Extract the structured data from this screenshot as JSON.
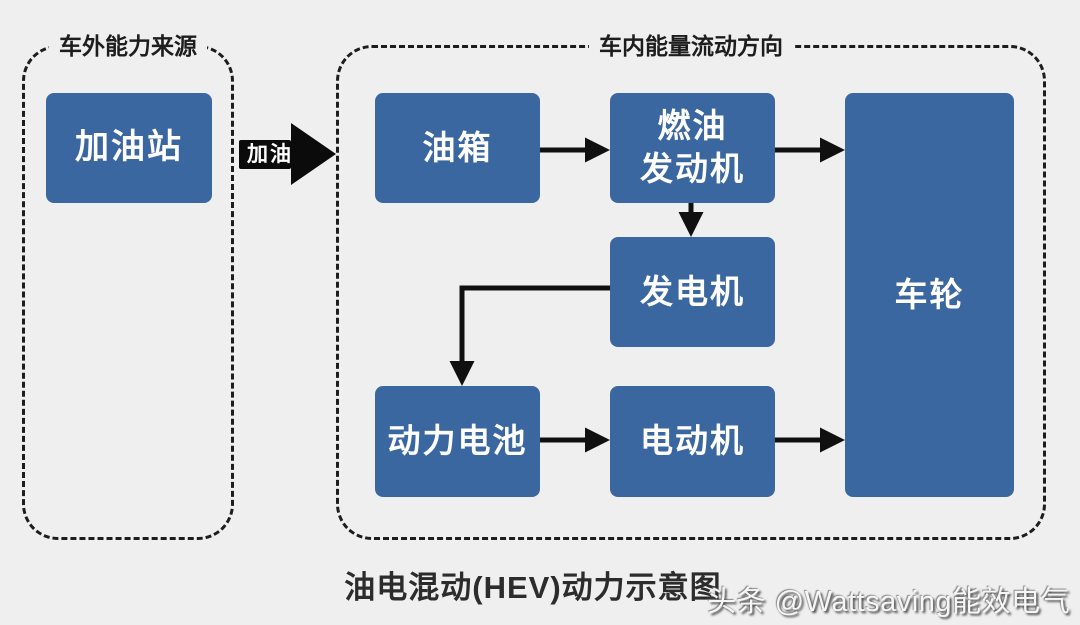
{
  "diagram": {
    "caption": "油电混动(HEV)动力示意图",
    "watermark": "头条 @Wattsaving能效电气",
    "outside_group": {
      "title": "车外能力来源"
    },
    "inside_group": {
      "title": "车内能量流动方向"
    },
    "refuel_arrow_label": "加油",
    "nodes": {
      "gas_station": {
        "label": "加油站"
      },
      "fuel_tank": {
        "label": "油箱"
      },
      "engine": {
        "line1": "燃油",
        "line2": "发动机"
      },
      "generator": {
        "label": "发电机"
      },
      "battery": {
        "label": "动力电池"
      },
      "motor": {
        "label": "电动机"
      },
      "wheels": {
        "label": "车轮"
      }
    },
    "flows": [
      {
        "from": "加油站",
        "to": "油箱",
        "label": "加油"
      },
      {
        "from": "油箱",
        "to": "燃油发动机",
        "label": ""
      },
      {
        "from": "燃油发动机",
        "to": "车轮",
        "label": ""
      },
      {
        "from": "燃油发动机",
        "to": "发电机",
        "label": ""
      },
      {
        "from": "发电机",
        "to": "动力电池",
        "label": ""
      },
      {
        "from": "动力电池",
        "to": "电动机",
        "label": ""
      },
      {
        "from": "电动机",
        "to": "车轮",
        "label": ""
      }
    ],
    "colors": {
      "background": "#EFEFEF",
      "node_fill": "#3B67A1",
      "node_text": "#FFFFFF",
      "line_and_border": "#111111",
      "caption_text": "#2C2C2C",
      "watermark_text": "#F6F6F6"
    }
  }
}
